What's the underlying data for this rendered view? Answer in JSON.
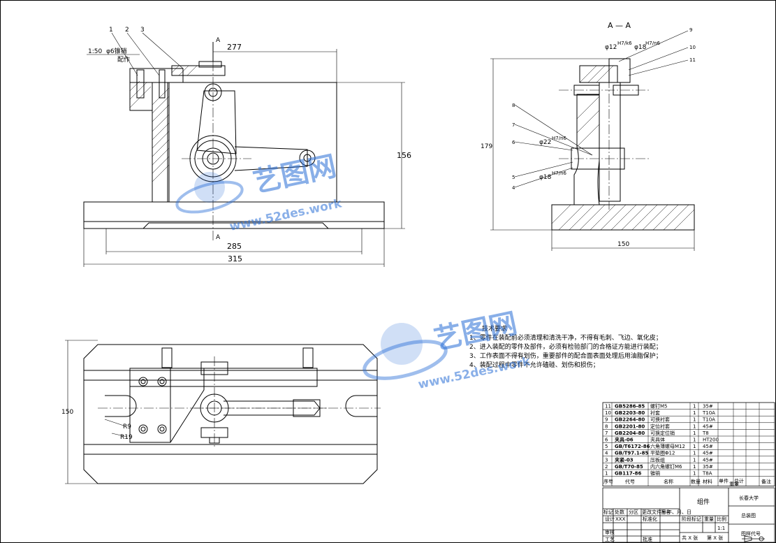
{
  "section_label": "A — A",
  "watermark": {
    "cn": "艺图网",
    "url": "www.52des.work",
    "color": "#2a6fd6"
  },
  "front_view": {
    "scale_note": "1:50",
    "pin_note": "φ6锥销",
    "pin_note2": "配作",
    "section_mark": "A",
    "leaders": [
      "1",
      "2",
      "3"
    ],
    "dims": {
      "d277": "277",
      "d285": "285",
      "d315": "315",
      "d156": "156"
    }
  },
  "side_view": {
    "fits": {
      "f1_dia": "φ12",
      "f1_tol": "H7/k6",
      "f2_dia": "φ18",
      "f2_tol": "H7/n6",
      "f3_dia": "φ22",
      "f3_tol": "H7/n6",
      "f4_dia": "φ18",
      "f4_tol": "H7/n6"
    },
    "leaders": [
      "4",
      "5",
      "6",
      "7",
      "8",
      "9",
      "10",
      "11"
    ],
    "dims": {
      "d179": "179",
      "d150": "150"
    }
  },
  "top_view": {
    "dims": {
      "d150": "150"
    },
    "radii": [
      "R9",
      "R19"
    ]
  },
  "tech_requirements": {
    "title": "技术要求",
    "items": [
      "1、零件在装配前必须清理和清洗干净，不得有毛刺、飞边、氧化皮；",
      "2、进入装配的零件及部件，必须有检验部门的合格证方能进行装配；",
      "3、工作表面不得有划伤，重要部件的配合面表面处理后用油脂保护；",
      "4、装配过程中零件不允许磕碰、划伤和损伤；"
    ]
  },
  "bom": {
    "headers": [
      "序号",
      "代号",
      "名称",
      "数量",
      "材料",
      "单件",
      "总计",
      "备注"
    ],
    "weight_label": "重量",
    "rows": [
      {
        "no": "11",
        "code": "GB5286-85",
        "name": "螺钉M5",
        "qty": "1",
        "mat": "35#"
      },
      {
        "no": "10",
        "code": "GB2203-80",
        "name": "衬套",
        "qty": "1",
        "mat": "T10A"
      },
      {
        "no": "9",
        "code": "GB2264-80",
        "name": "可换衬套",
        "qty": "1",
        "mat": "T10A"
      },
      {
        "no": "8",
        "code": "GB2201-80",
        "name": "定位衬套",
        "qty": "1",
        "mat": "45#"
      },
      {
        "no": "7",
        "code": "GB2204-80",
        "name": "可换定位销",
        "qty": "1",
        "mat": "T8"
      },
      {
        "no": "6",
        "code": "夹具-06",
        "name": "夹具体",
        "qty": "1",
        "mat": "HT200"
      },
      {
        "no": "5",
        "code": "GB/T6172-86",
        "name": "六角薄螺母M12",
        "qty": "1",
        "mat": "45#"
      },
      {
        "no": "4",
        "code": "GB/T97.1-85",
        "name": "平垫圈Φ12",
        "qty": "1",
        "mat": "45#"
      },
      {
        "no": "3",
        "code": "夹紧-03",
        "name": "压板组",
        "qty": "1",
        "mat": "45#"
      },
      {
        "no": "2",
        "code": "GB/T70-85",
        "name": "内六角螺钉M6",
        "qty": "1",
        "mat": "35#"
      },
      {
        "no": "1",
        "code": "GB117-86",
        "name": "锥销",
        "qty": "1",
        "mat": "T8A"
      }
    ]
  },
  "title_block": {
    "assembly": "组件",
    "school": "长春大学",
    "drawing_type": "总装图",
    "marks": [
      "标记",
      "处数",
      "分区",
      "更改文件号",
      "签名",
      "年、月、日"
    ],
    "design": "设计",
    "design_name": "XXX",
    "std": "标准化",
    "stage": "阶段标记",
    "weight": "重量",
    "scale": "比例",
    "scale_value": "1:1",
    "review": "审核",
    "craft": "工艺",
    "approve": "批准",
    "drawing_code": "图样代号",
    "sheets": "共 X 张",
    "sheet_no": "第 X 张"
  }
}
